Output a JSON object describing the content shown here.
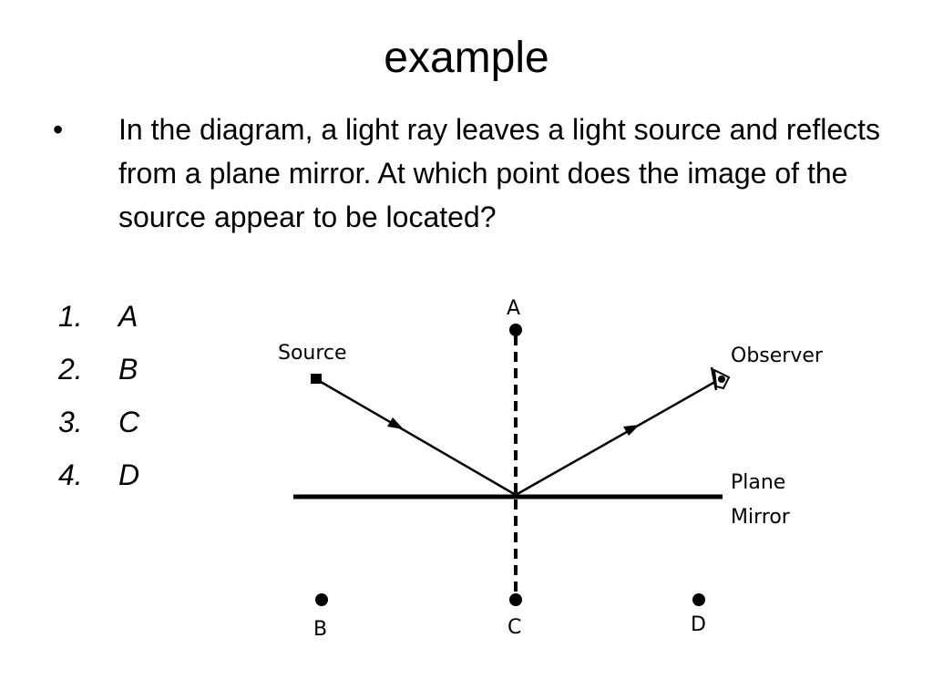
{
  "slide": {
    "title": "example",
    "bullet": "•",
    "question": "In the diagram, a light ray leaves a light source and reflects from a plane mirror. At which point does the image of the source appear to be located?"
  },
  "answers": [
    {
      "number": "1.",
      "label": "A"
    },
    {
      "number": "2.",
      "label": "B"
    },
    {
      "number": "3.",
      "label": "C"
    },
    {
      "number": "4.",
      "label": "D"
    }
  ],
  "diagram": {
    "source_label": "Source",
    "observer_label": "Observer",
    "mirror_label_line1": "Plane",
    "mirror_label_line2": "Mirror",
    "point_a": "A",
    "point_b": "B",
    "point_c": "C",
    "point_d": "D"
  }
}
